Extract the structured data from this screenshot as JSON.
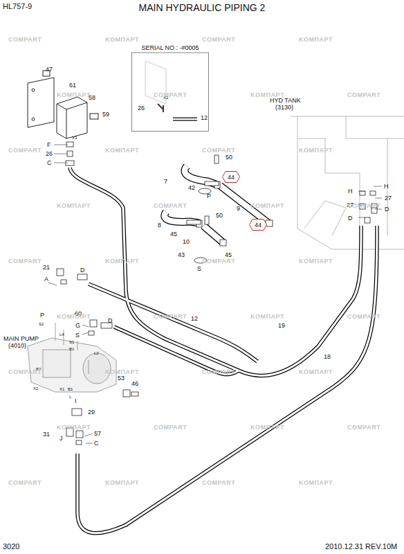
{
  "diagram": {
    "title": "MAIN HYDRAULIC PIPING 2",
    "nodes": [
      {
        "text": [
          "SERIAL NO : -#0005"
        ]
      },
      {
        "text": [
          "44"
        ]
      },
      {
        "text": [
          "44"
        ]
      }
    ],
    "labels": [
      "HL757-9",
      "3020",
      "2010.12.31 REV.10M",
      "47",
      "61",
      "58",
      "59",
      "F",
      "26",
      "X3",
      "C",
      "26",
      "X3",
      "12",
      "HYD TANK",
      "(3130)",
      "50",
      "7",
      "42",
      "P",
      "9",
      "50",
      "8",
      "45",
      "10",
      "43",
      "45",
      "S",
      "H",
      "H",
      "27",
      "27",
      "D",
      "D",
      "21",
      "D",
      "A",
      "60",
      "G",
      "D",
      "S",
      "12",
      "19",
      "18",
      "P",
      "MAIN PUMP",
      "(4010)",
      "S2",
      "L4",
      "S1",
      "B1",
      "L2",
      "B2",
      "X2",
      "X1",
      "B1",
      "L",
      "53",
      "46",
      "I",
      "29",
      "31",
      "J",
      "57",
      "C",
      "COMPART",
      "KOMПAPT",
      "COMPART",
      "KOMПAPT",
      "KOMПAPT",
      "COMPART",
      "KOMПAPT",
      "COMPART",
      "COMPART",
      "KOMПAPT",
      "COMPART",
      "KOMПAPT",
      "KOMПAPT",
      "COMPART",
      "KOMПAPT",
      "COMPART",
      "COMPART",
      "KOMПAPT",
      "COMPART",
      "KOMПAPT",
      "KOMПAPT",
      "COMPART",
      "KOMПAPT",
      "COMPART",
      "COMPART",
      "KOMПAPT",
      "COMPART",
      "KOMПAPT",
      "KOMПAPT",
      "COMPART",
      "KOMПAPT",
      "COMPART",
      "COMPART",
      "KOMПAPT",
      "COMPART",
      "KOMПAPT"
    ]
  }
}
